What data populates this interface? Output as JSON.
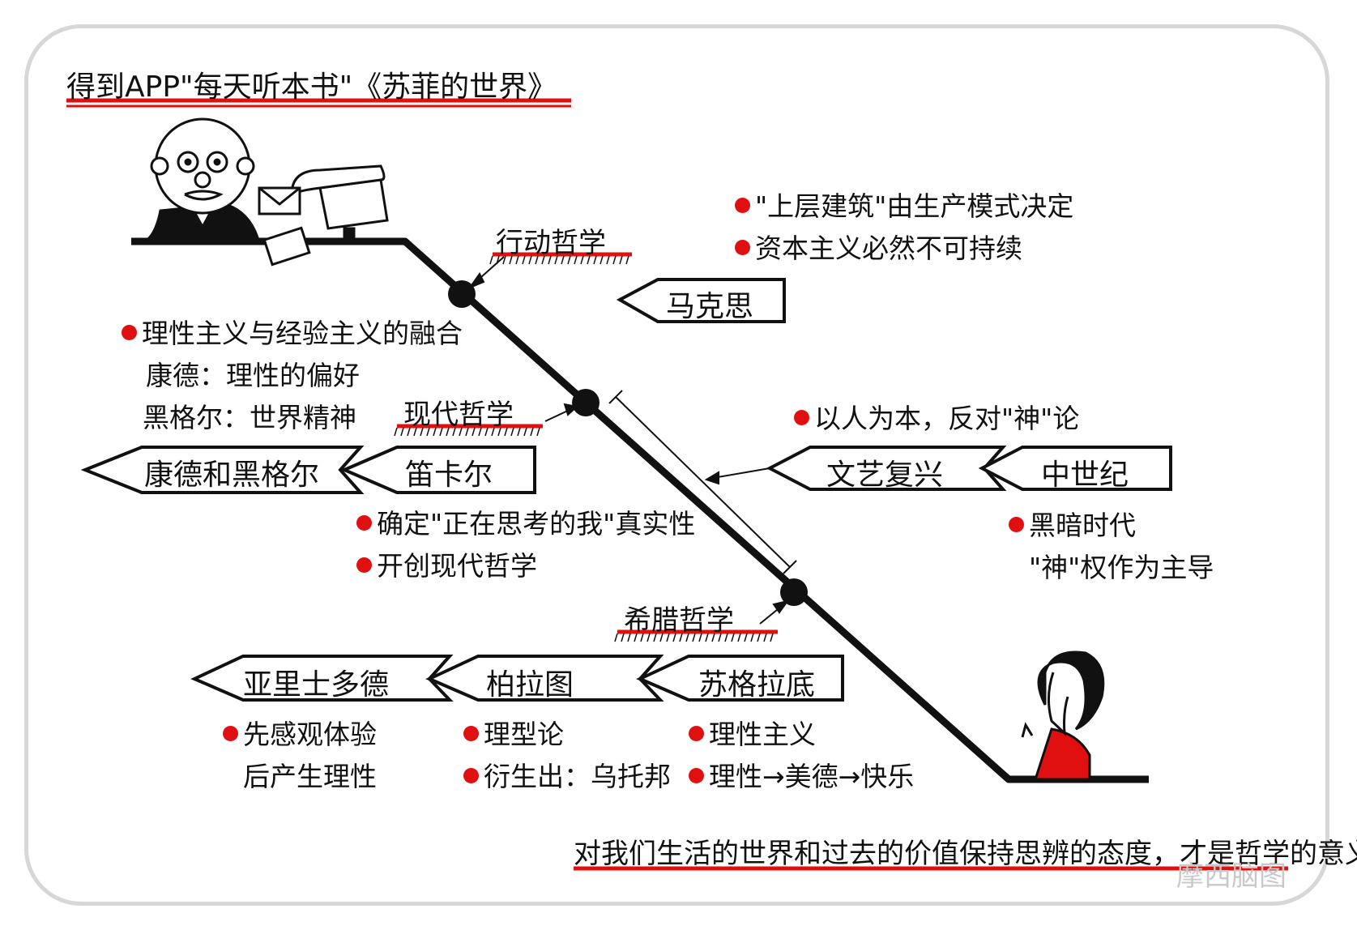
{
  "title": "得到APP\"每天听本书\"《苏菲的世界》",
  "eras": {
    "action": "行动哲学",
    "modern": "现代哲学",
    "greek": "希腊哲学"
  },
  "marx": {
    "label": "马克思",
    "notes": [
      "\"上层建筑\"由生产模式决定",
      "资本主义必然不可持续"
    ]
  },
  "modern": {
    "notes": [
      "理性主义与经验主义的融合",
      "康德：理性的偏好",
      "黑格尔：世界精神"
    ],
    "kant_hegel": "康德和黑格尔",
    "descartes": "笛卡尔",
    "descartes_notes": [
      "确定\"正在思考的我\"真实性",
      "开创现代哲学"
    ]
  },
  "renaissance": {
    "note": "以人为本，反对\"神\"论",
    "label": "文艺复兴",
    "middle_ages": "中世纪",
    "middle_notes": [
      "黑暗时代",
      "\"神\"权作为主导"
    ]
  },
  "greek": {
    "aristotle": "亚里士多德",
    "plato": "柏拉图",
    "socrates": "苏格拉底",
    "aristotle_notes": [
      "先感观体验",
      "后产生理性"
    ],
    "plato_notes": [
      "理型论",
      "衍生出：乌托邦"
    ],
    "socrates_notes": [
      "理性主义",
      "理性→美德→快乐"
    ]
  },
  "footer": "对我们生活的世界和过去的价值保持思辨的态度，才是哲学的意义",
  "watermark": "摩西脑图",
  "colors": {
    "accent": "#e01010",
    "line": "#111111"
  }
}
